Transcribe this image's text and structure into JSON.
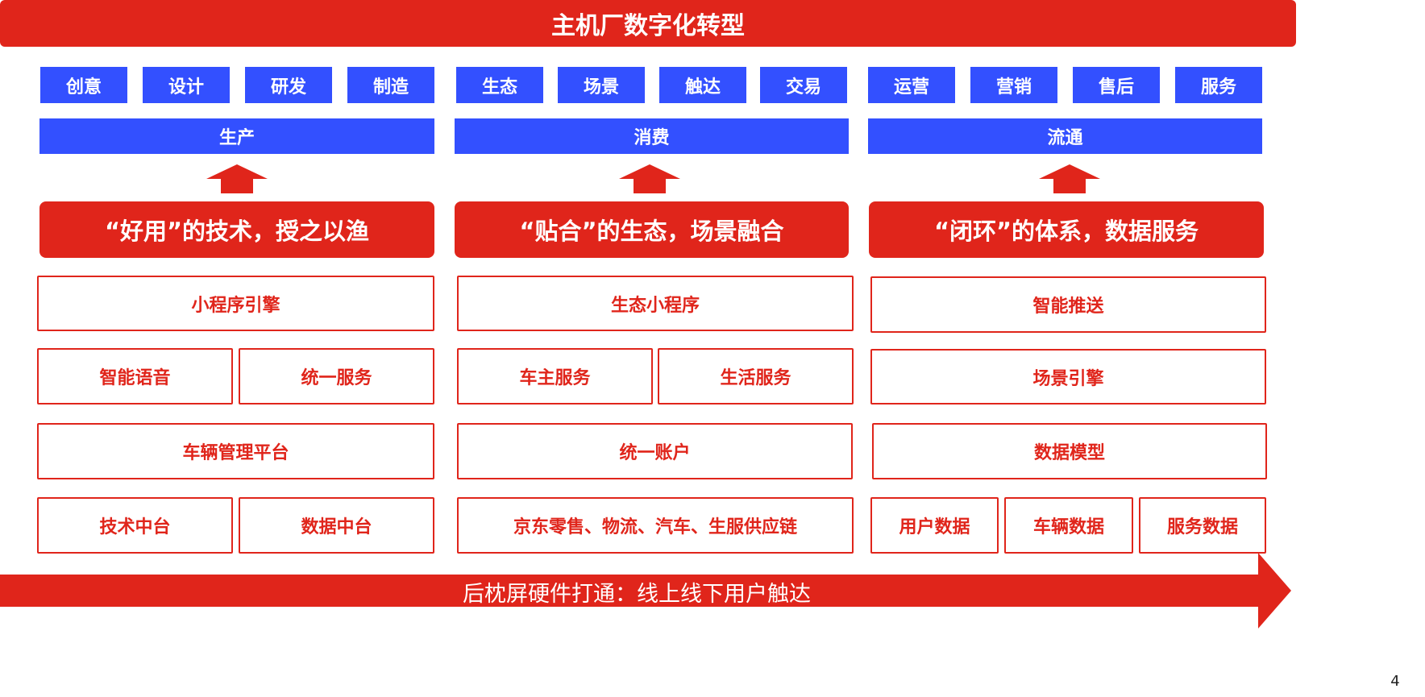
{
  "title": "主机厂数字化转型",
  "chips": {
    "production": [
      "创意",
      "设计",
      "研发",
      "制造"
    ],
    "consumption": [
      "生态",
      "场景",
      "触达",
      "交易"
    ],
    "circulation": [
      "运营",
      "营销",
      "售后",
      "服务"
    ]
  },
  "categories": {
    "production": "生产",
    "consumption": "消费",
    "circulation": "流通"
  },
  "slogans": {
    "left": "“好用”的技术，授之以渔",
    "middle": "“贴合”的生态，场景融合",
    "right": "“闭环”的体系，数据服务"
  },
  "left_column": {
    "row1": "小程序引擎",
    "row2": [
      "智能语音",
      "统一服务"
    ],
    "row3": "车辆管理平台",
    "row4": [
      "技术中台",
      "数据中台"
    ]
  },
  "middle_column": {
    "row1": "生态小程序",
    "row2": [
      "车主服务",
      "生活服务"
    ],
    "row3": "统一账户",
    "row4": "京东零售、物流、汽车、生服供应链"
  },
  "right_column": {
    "row1": "智能推送",
    "row2": "场景引擎",
    "row3": "数据模型",
    "row4": [
      "用户数据",
      "车辆数据",
      "服务数据"
    ]
  },
  "bottom_banner": "后枕屏硬件打通：线上线下用户触达",
  "page_number": "4",
  "colors": {
    "red": "#e0251b",
    "blue": "#3350ff",
    "white": "#ffffff"
  }
}
